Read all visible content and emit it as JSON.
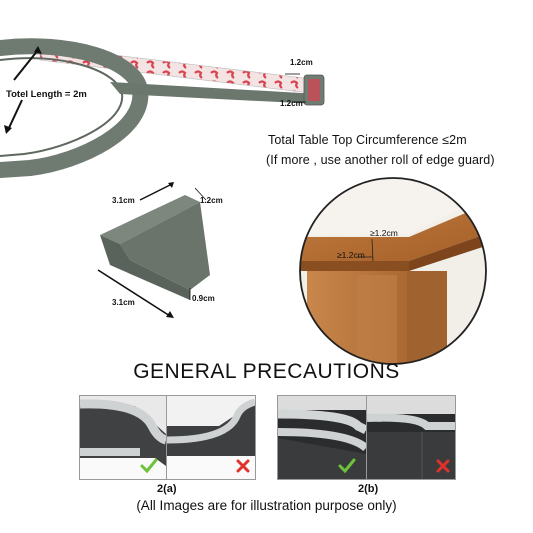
{
  "roll": {
    "length_label": "Totel Length = 2m",
    "width_label": "1.2cm",
    "height_label": "1.2cm"
  },
  "info": {
    "line1_prefix": "Total Table Top Circumference",
    "line1_symbol": "≤",
    "line1_value": "2m",
    "line2": "(If more , use another roll of edge guard)"
  },
  "corner": {
    "top_length": "3.1cm",
    "top_width": "1.2cm",
    "bottom_length": "3.1cm",
    "thickness": "0.9cm"
  },
  "table": {
    "top_label": "≥1.2cm",
    "side_label": "≥1.2cm"
  },
  "precautions": {
    "heading": "GENERAL PRECAUTIONS",
    "caption_a": "2(a)",
    "caption_b": "2(b)",
    "footer": "(All Images are for illustration purpose only)"
  },
  "colors": {
    "guard_gray": "#6f7a71",
    "adhesive_red": "#d9434f",
    "wood": "#b9733a",
    "check_green": "#6cc23a",
    "cross_red": "#e0322b"
  },
  "icons": [
    "check-icon",
    "cross-icon",
    "check-icon",
    "cross-icon"
  ]
}
